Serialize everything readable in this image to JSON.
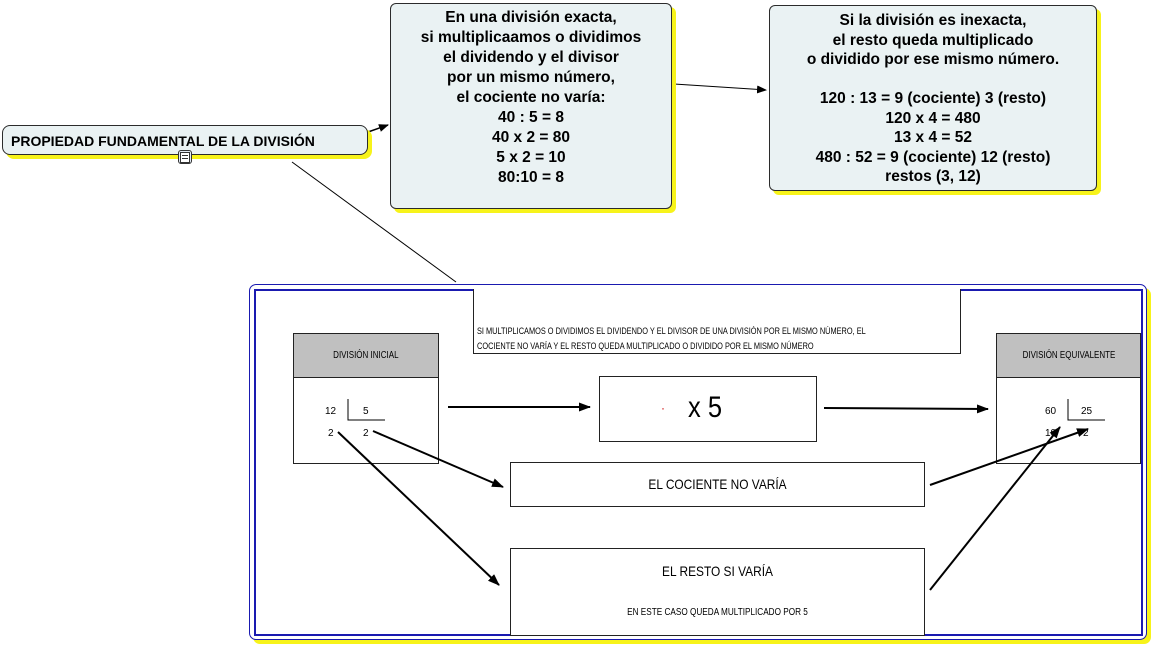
{
  "root_topic": {
    "label": "PROPIEDAD FUNDAMENTAL DE LA DIVISIÓN",
    "note_icon": "note-icon"
  },
  "exact_division_node": {
    "lines": [
      "En una división exacta,",
      "si multiplicaamos o dividimos",
      "el dividendo y el divisor",
      "por un mismo número,",
      "el cociente no varía:",
      "40 : 5 = 8",
      "40 x 2 = 80",
      "5 x 2 = 10",
      "80:10 = 8"
    ]
  },
  "inexact_division_node": {
    "lines": [
      "Si la división es inexacta,",
      "el resto queda multiplicado",
      "o dividido por ese mismo número.",
      "",
      "120 : 13 = 9 (cociente) 3 (resto)",
      "120 x 4 = 480",
      "13 x 4 = 52",
      "480 : 52 = 9 (cociente) 12 (resto)",
      "restos (3, 12)"
    ]
  },
  "image_panel": {
    "statement_line1": "SI MULTIPLICAMOS O DIVIDIMOS EL DIVIDENDO Y EL DIVISOR DE UNA DIVISIÓN POR EL MISMO NÚMERO, EL",
    "statement_line2": "COCIENTE NO VARÍA Y EL RESTO QUEDA MULTIPLICADO O DIVIDIDO POR EL MISMO NÚMERO",
    "initial": {
      "header": "DIVISIÓN INICIAL",
      "dividend": "12",
      "divisor": "5",
      "remainder": "2",
      "quotient": "2"
    },
    "multiplier": {
      "dot": "·",
      "text": "x 5"
    },
    "equivalent": {
      "header": "DIVISIÓN EQUIVALENTE",
      "dividend": "60",
      "divisor": "25",
      "remainder": "10",
      "quotient": "2"
    },
    "quotient_box": "EL COCIENTE NO VARÍA",
    "remainder_box": {
      "title": "EL RESTO SI VARÍA",
      "subtitle": "EN ESTE CASO QUEDA MULTIPLICADO POR 5"
    }
  },
  "colors": {
    "node_fill": "#eaf2f3",
    "node_shadow": "#f7f31a",
    "panel_border": "#1a1ab0",
    "header_fill": "#c0c0c0",
    "dot": "#cc0000"
  }
}
